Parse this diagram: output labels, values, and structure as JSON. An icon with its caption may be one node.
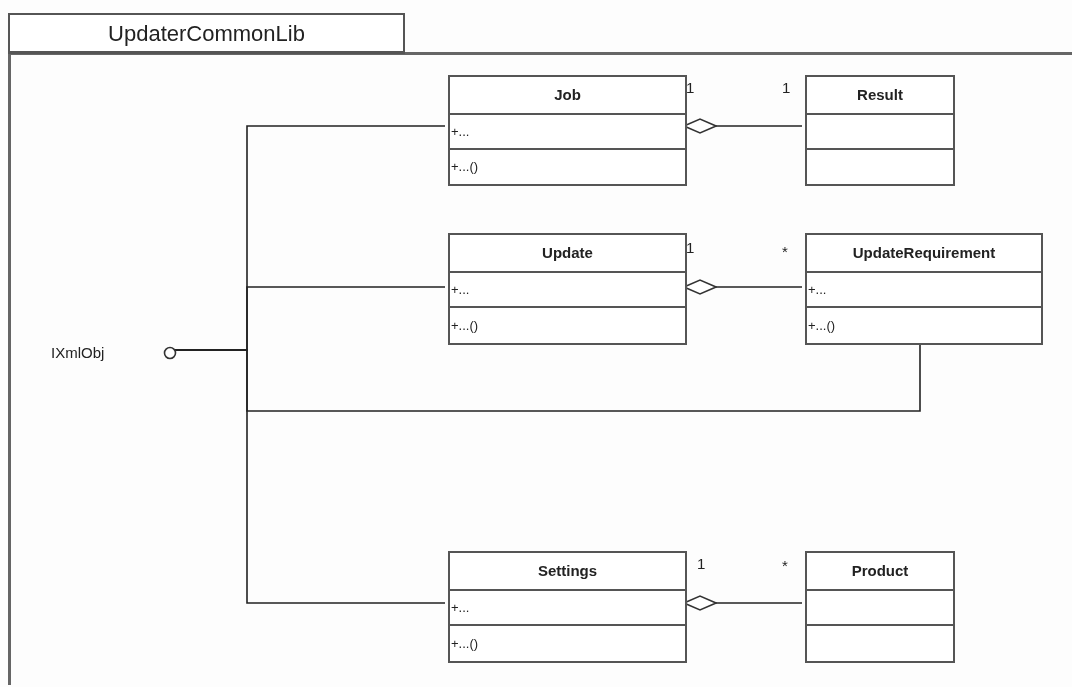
{
  "diagram": {
    "nodes": [
      {
        "text": [
          "UpdaterCommonLib"
        ]
      },
      {
        "text": [
          "IXmlObj"
        ],
        "in": 0
      },
      {
        "text": [
          "Job",
          "+...",
          "+...()"
        ],
        "in": 0
      },
      {
        "text": [
          "Result"
        ],
        "in": 0
      },
      {
        "text": [
          "Update",
          "+...",
          "+...()"
        ],
        "in": 0
      },
      {
        "text": [
          "UpdateRequirement",
          "+...",
          "+...()"
        ],
        "in": 0
      },
      {
        "text": [
          "Settings",
          "+...",
          "+...()"
        ],
        "in": 0
      },
      {
        "text": [
          "Product"
        ],
        "in": 0
      }
    ],
    "edges": [
      {
        "from": 1,
        "to": 2,
        "arrow": "none"
      },
      {
        "from": 1,
        "to": 4,
        "arrow": "none"
      },
      {
        "from": 1,
        "to": 5,
        "arrow": "none"
      },
      {
        "from": 1,
        "to": 6,
        "arrow": "none"
      },
      {
        "from": 2,
        "to": 3,
        "arrow": "other"
      },
      {
        "from": 4,
        "to": 5,
        "arrow": "other"
      },
      {
        "from": 6,
        "to": 7,
        "arrow": "other"
      }
    ],
    "labels": [
      "1",
      "1",
      "1",
      "*",
      "1",
      "*"
    ]
  }
}
